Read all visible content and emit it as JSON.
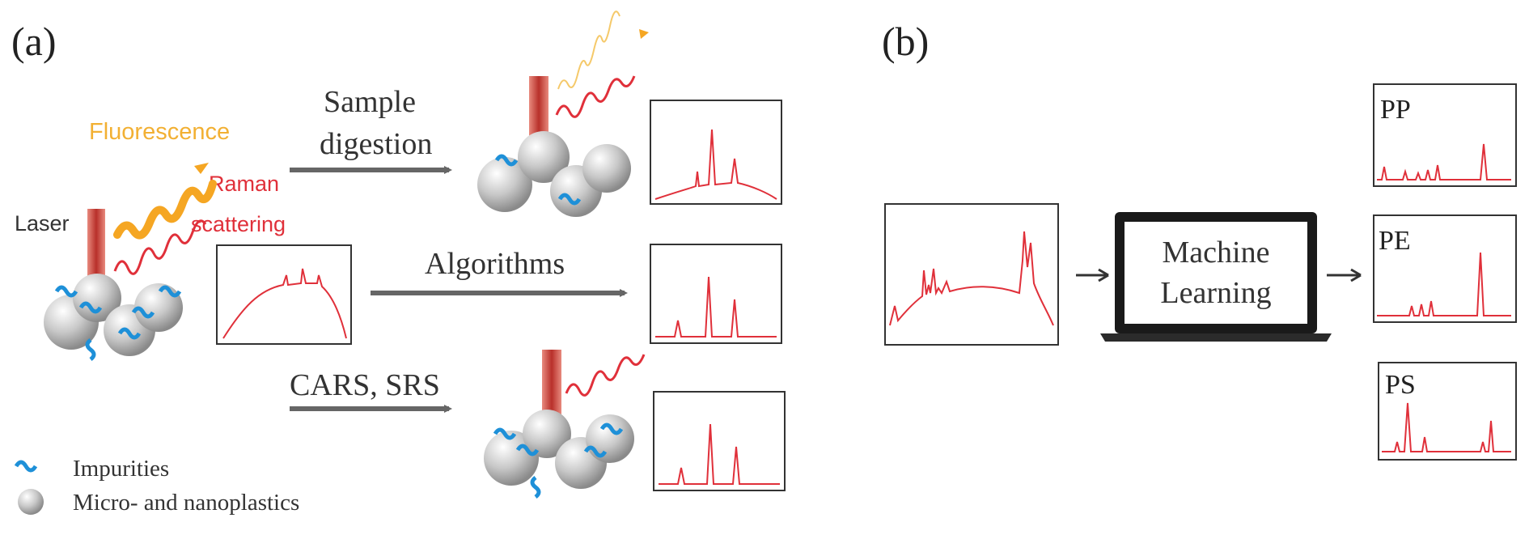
{
  "panel_a": {
    "label": "(a)",
    "fluorescence": "Fluorescence",
    "laser": "Laser",
    "raman_line1": "Raman",
    "raman_line2": "scattering",
    "sample_line1": "Sample",
    "sample_line2": "digestion",
    "algorithms": "Algorithms",
    "cars_srs": "CARS, SRS",
    "legend": {
      "impurities": "Impurities",
      "plastics": "Micro- and nanoplastics"
    }
  },
  "panel_b": {
    "label": "(b)",
    "ml_line1": "Machine",
    "ml_line2": "Learning",
    "pp": "PP",
    "pe": "PE",
    "ps": "PS"
  },
  "colors": {
    "spectrum": "#e0303a",
    "laser": "#c9463d",
    "fluorescence": "#f5a623",
    "fluorescence_text": "#f2b033",
    "raman_text": "#e0303a",
    "impurity": "#1e90d8",
    "arrow": "#666666",
    "text": "#333333"
  },
  "icons": [
    "laser-beam-icon",
    "plastic-particle-icon",
    "impurity-squiggle-icon",
    "laptop-icon"
  ]
}
